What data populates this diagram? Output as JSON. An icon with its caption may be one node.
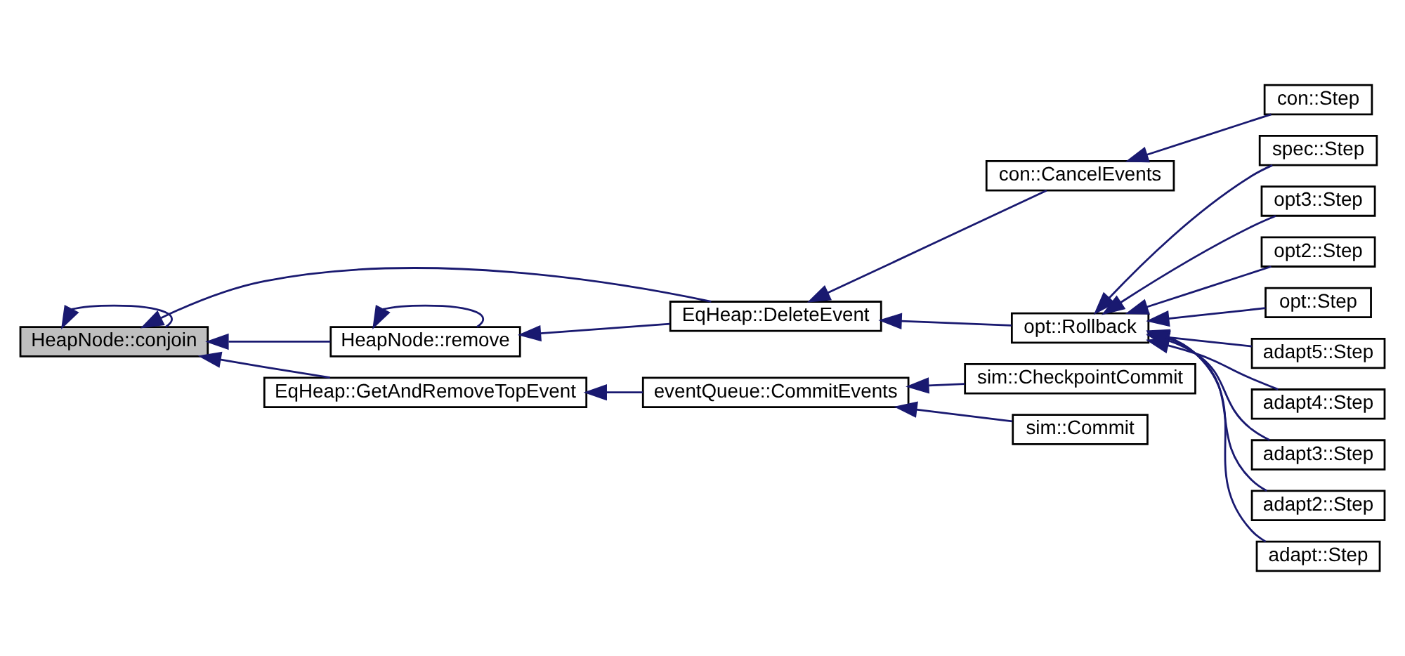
{
  "diagram": {
    "nodes": [
      {
        "text": [
          "HeapNode::conjoin"
        ]
      },
      {
        "text": [
          "HeapNode::remove"
        ]
      },
      {
        "text": [
          "EqHeap::GetAndRemoveTopEvent"
        ]
      },
      {
        "text": [
          "EqHeap::DeleteEvent"
        ]
      },
      {
        "text": [
          "eventQueue::CommitEvents"
        ]
      },
      {
        "text": [
          "con::CancelEvents"
        ]
      },
      {
        "text": [
          "opt::Rollback"
        ]
      },
      {
        "text": [
          "sim::CheckpointCommit"
        ]
      },
      {
        "text": [
          "sim::Commit"
        ]
      },
      {
        "text": [
          "con::Step"
        ]
      },
      {
        "text": [
          "spec::Step"
        ]
      },
      {
        "text": [
          "opt3::Step"
        ]
      },
      {
        "text": [
          "opt2::Step"
        ]
      },
      {
        "text": [
          "opt::Step"
        ]
      },
      {
        "text": [
          "adapt5::Step"
        ]
      },
      {
        "text": [
          "adapt4::Step"
        ]
      },
      {
        "text": [
          "adapt3::Step"
        ]
      },
      {
        "text": [
          "adapt2::Step"
        ]
      },
      {
        "text": [
          "adapt::Step"
        ]
      }
    ],
    "edges": [
      {
        "from": 0,
        "to": 0,
        "arrow": "to"
      },
      {
        "from": 1,
        "to": 0,
        "arrow": "to"
      },
      {
        "from": 1,
        "to": 1,
        "arrow": "to"
      },
      {
        "from": 3,
        "to": 0,
        "arrow": "to"
      },
      {
        "from": 3,
        "to": 1,
        "arrow": "to"
      },
      {
        "from": 2,
        "to": 0,
        "arrow": "to"
      },
      {
        "from": 4,
        "to": 2,
        "arrow": "to"
      },
      {
        "from": 5,
        "to": 3,
        "arrow": "to"
      },
      {
        "from": 6,
        "to": 3,
        "arrow": "to"
      },
      {
        "from": 7,
        "to": 4,
        "arrow": "to"
      },
      {
        "from": 8,
        "to": 4,
        "arrow": "to"
      },
      {
        "from": 9,
        "to": 5,
        "arrow": "to"
      },
      {
        "from": 10,
        "to": 6,
        "arrow": "to"
      },
      {
        "from": 11,
        "to": 6,
        "arrow": "to"
      },
      {
        "from": 12,
        "to": 6,
        "arrow": "to"
      },
      {
        "from": 13,
        "to": 6,
        "arrow": "to"
      },
      {
        "from": 14,
        "to": 6,
        "arrow": "to"
      },
      {
        "from": 15,
        "to": 6,
        "arrow": "to"
      },
      {
        "from": 16,
        "to": 6,
        "arrow": "to"
      },
      {
        "from": 17,
        "to": 6,
        "arrow": "to"
      },
      {
        "from": 18,
        "to": 6,
        "arrow": "to"
      }
    ]
  }
}
